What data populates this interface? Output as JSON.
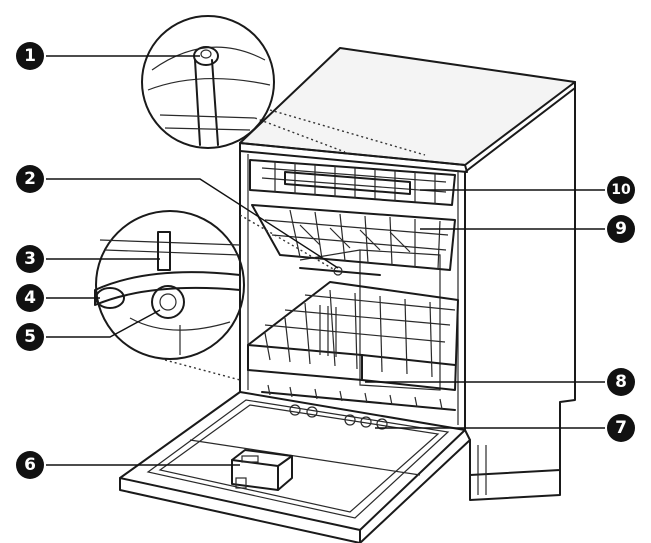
{
  "callouts": [
    {
      "id": "1",
      "label": "1"
    },
    {
      "id": "2",
      "label": "2"
    },
    {
      "id": "3",
      "label": "3"
    },
    {
      "id": "4",
      "label": "4"
    },
    {
      "id": "5",
      "label": "5"
    },
    {
      "id": "6",
      "label": "6"
    },
    {
      "id": "7",
      "label": "7"
    },
    {
      "id": "8",
      "label": "8"
    },
    {
      "id": "9",
      "label": "9"
    },
    {
      "id": "10",
      "label": "10"
    }
  ],
  "colors": {
    "ink": "#111111",
    "badge_text": "#ffffff",
    "background": "#ffffff"
  }
}
